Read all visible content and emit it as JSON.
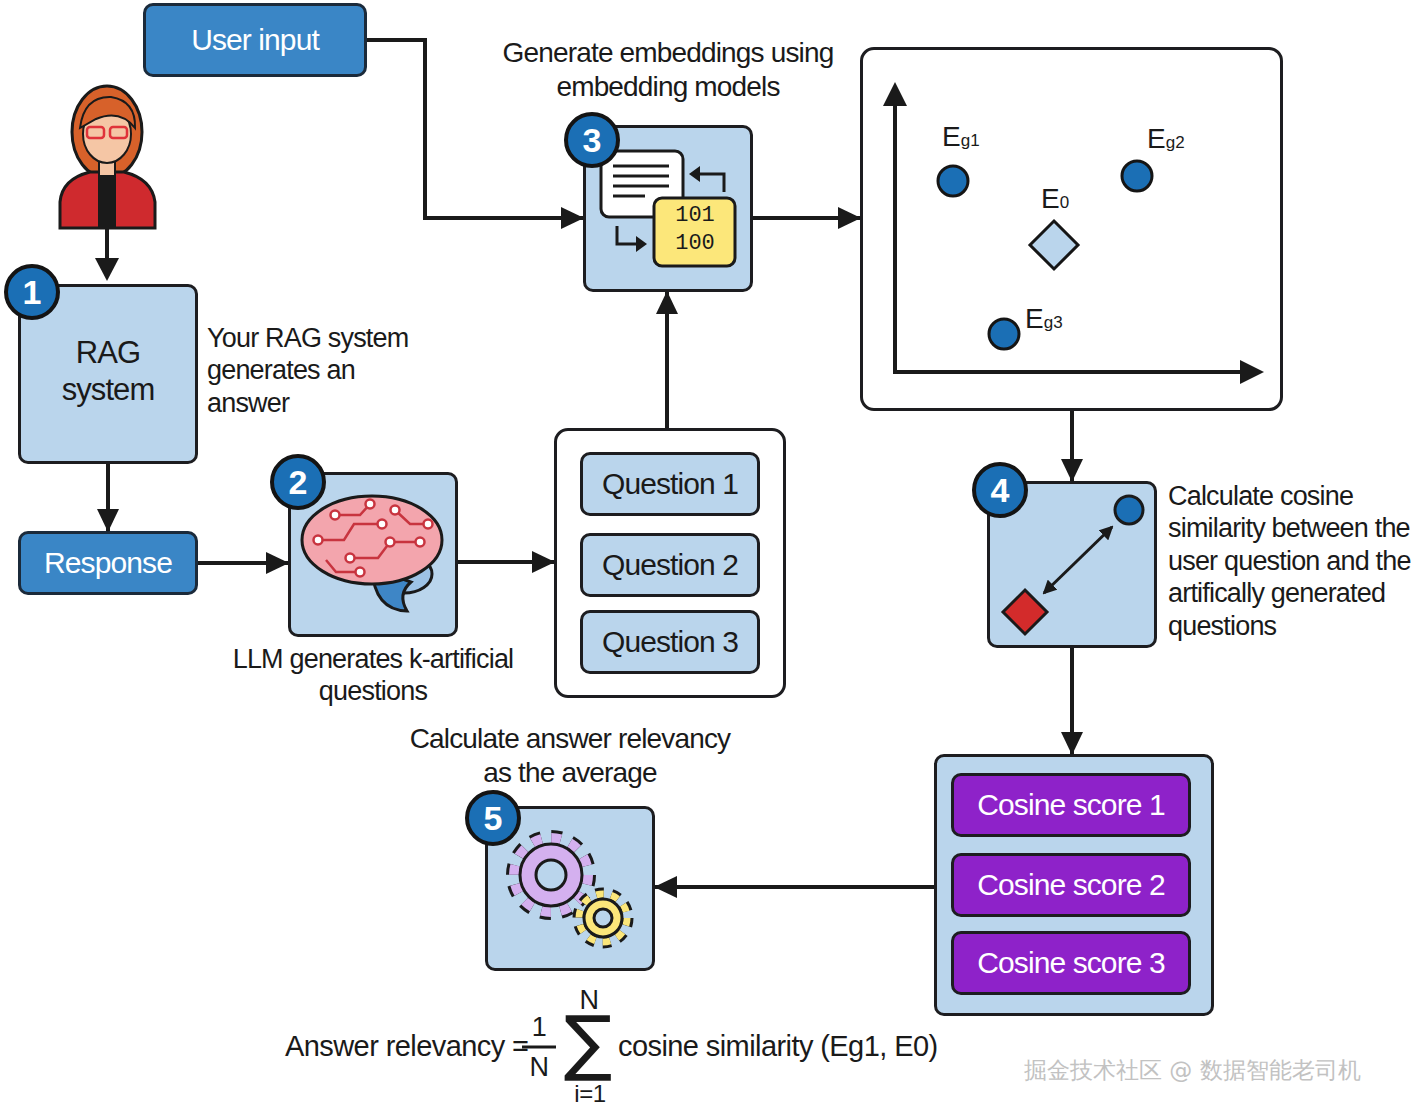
{
  "diagram": {
    "nodes": [
      {
        "text": [
          "User input"
        ]
      },
      {
        "text": [
          "Generate embeddings using embedding models"
        ]
      },
      {
        "text": [
          "Eg1",
          "Eg2",
          "E0",
          "Eg3"
        ]
      },
      {
        "text": [
          "RAG system",
          "Your RAG system generates an answer"
        ]
      },
      {
        "text": [
          "Response"
        ]
      },
      {
        "text": [
          "LLM generates k-artificial questions"
        ]
      },
      {
        "text": []
      },
      {
        "text": [
          "Question 1"
        ],
        "in": 6
      },
      {
        "text": [
          "Question 2"
        ],
        "in": 6
      },
      {
        "text": [
          "Question 3"
        ],
        "in": 6
      },
      {
        "text": [
          "Calculate cosine similarity between the user question and the artifically generated questions"
        ]
      },
      {
        "text": []
      },
      {
        "text": [
          "Cosine score 1"
        ],
        "in": 11
      },
      {
        "text": [
          "Cosine score 2"
        ],
        "in": 11
      },
      {
        "text": [
          "Cosine score 3"
        ],
        "in": 11
      },
      {
        "text": [
          "Calculate answer relevancy as the average"
        ]
      }
    ],
    "edges": [
      {
        "from": 0,
        "to": 1,
        "arrow": "to"
      },
      {
        "from": 3,
        "to": 4,
        "arrow": "to"
      },
      {
        "from": 4,
        "to": 5,
        "arrow": "to"
      },
      {
        "from": 5,
        "to": 6,
        "arrow": "to"
      },
      {
        "from": 6,
        "to": 1,
        "arrow": "to"
      },
      {
        "from": 1,
        "to": 2,
        "arrow": "to"
      },
      {
        "from": 2,
        "to": 10,
        "arrow": "to"
      },
      {
        "from": 10,
        "to": 11,
        "arrow": "to"
      },
      {
        "from": 11,
        "to": 15,
        "arrow": "to"
      }
    ],
    "labels": [
      "1",
      "2",
      "3",
      "101",
      "100",
      "4",
      "5",
      "Answer relevancy =",
      "1",
      "N",
      "∑",
      "N",
      "i=1",
      "cosine similarity (Eg1, E0)",
      "掘金技术社区 @ 数据智能老司机"
    ]
  }
}
